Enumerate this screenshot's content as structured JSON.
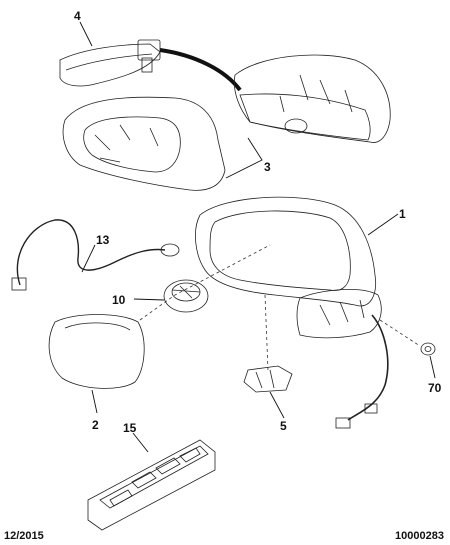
{
  "diagram": {
    "colors": {
      "background": "#ffffff",
      "part_fill": "#e6e6e6",
      "part_shade": "#cfcfcf",
      "glass_fill": "#d9d9d9",
      "outline": "#222222",
      "cable": "#111111"
    },
    "callouts": [
      {
        "id": "c1",
        "label": "1"
      },
      {
        "id": "c2",
        "label": "2"
      },
      {
        "id": "c3",
        "label": "3"
      },
      {
        "id": "c4",
        "label": "4"
      },
      {
        "id": "c5",
        "label": "5"
      },
      {
        "id": "c10",
        "label": "10"
      },
      {
        "id": "c13",
        "label": "13"
      },
      {
        "id": "c15",
        "label": "15"
      },
      {
        "id": "c70",
        "label": "70"
      }
    ],
    "footer": {
      "date": "12/2015",
      "reference": "10000283"
    }
  }
}
